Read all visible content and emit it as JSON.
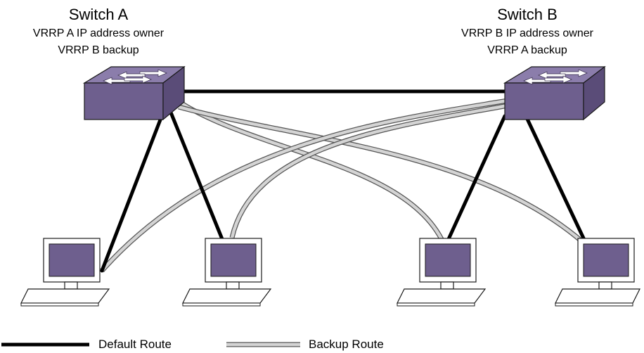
{
  "switches": [
    {
      "id": "A",
      "name": "Switch A",
      "roles": [
        "VRRP A IP address owner",
        "VRRP B backup"
      ]
    },
    {
      "id": "B",
      "name": "Switch B",
      "roles": [
        "VRRP B IP address owner",
        "VRRP A backup"
      ]
    }
  ],
  "hosts": [
    "host-1",
    "host-2",
    "host-3",
    "host-4"
  ],
  "links": {
    "default_route": [
      [
        "A",
        "B"
      ],
      [
        "A",
        "host-1"
      ],
      [
        "A",
        "host-2"
      ],
      [
        "B",
        "host-3"
      ],
      [
        "B",
        "host-4"
      ]
    ],
    "backup_route": [
      [
        "A",
        "host-3"
      ],
      [
        "A",
        "host-4"
      ],
      [
        "B",
        "host-1"
      ],
      [
        "B",
        "host-2"
      ]
    ]
  },
  "legend": {
    "default_label": "Default Route",
    "backup_label": "Backup Route"
  },
  "colors": {
    "switch_body": "#6e5f8e",
    "switch_top": "#8a7cab",
    "screen": "#6e5f8e",
    "default_line": "#000000",
    "backup_line": "#d0d0d0"
  }
}
